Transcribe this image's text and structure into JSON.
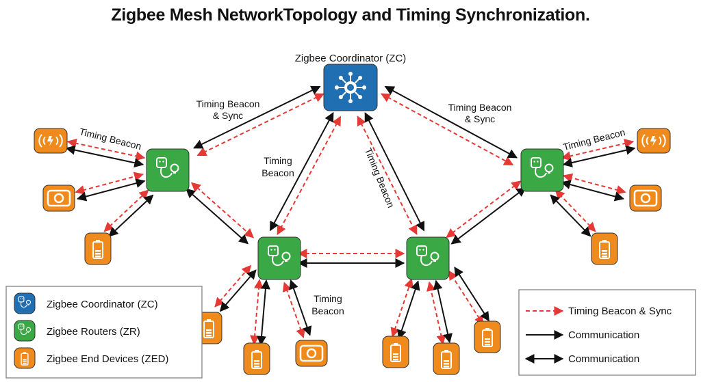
{
  "title": "Zigbee Mesh NetworkTopology and Timing Synchronization.",
  "colors": {
    "coordinator": "#1f6fb2",
    "router": "#3aa845",
    "end_device": "#ef8a1d",
    "timing_line": "#e53935",
    "comm_line": "#111111"
  },
  "coordinator": {
    "label": "Zigbee Coordinator (ZC)",
    "icon": "hub-icon"
  },
  "labels": {
    "left_beacon_sync": [
      "Timing Beacon",
      "& Sync"
    ],
    "right_beacon_sync": [
      "Timing Beacon",
      "& Sync"
    ],
    "center_beacon": [
      "Timing",
      "Beacon"
    ],
    "diag_beacon": "Timing Beacon",
    "lr_beacon": "Timing Beacon",
    "rr_beacon": "Timing Beacon",
    "bottom_beacon": [
      "Timing",
      "Beacon"
    ]
  },
  "legend_left": [
    {
      "label": "Zigbee Coordinator (ZC)",
      "kind": "coordinator",
      "icon": "plug-icon"
    },
    {
      "label": "Zigbee Routers (ZR)",
      "kind": "router",
      "icon": "plug-icon"
    },
    {
      "label": "Zigbee End Devices (ZED)",
      "kind": "end_device",
      "icon": "battery-icon"
    }
  ],
  "legend_right": [
    {
      "label": "Timing Beacon & Sync",
      "style": "dashed-red-single"
    },
    {
      "label": "Communication",
      "style": "solid-black-single"
    },
    {
      "label": "Communication",
      "style": "solid-black-double"
    }
  ]
}
